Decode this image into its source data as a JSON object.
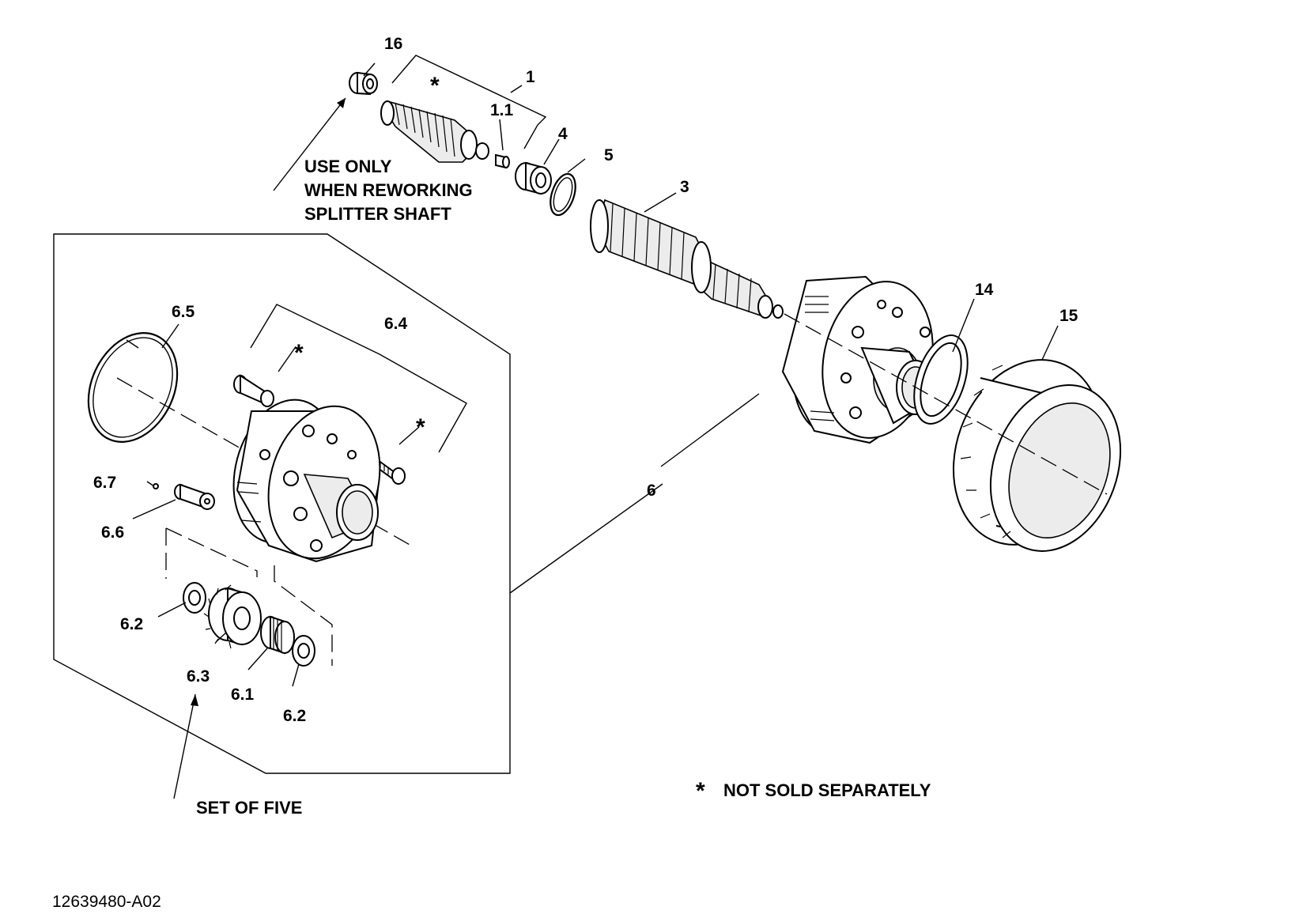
{
  "callouts": {
    "c16": "16",
    "c1": "1",
    "c1_1": "1.1",
    "c4": "4",
    "c5": "5",
    "c3": "3",
    "c14": "14",
    "c15": "15",
    "c6": "6",
    "c6_5": "6.5",
    "c6_4": "6.4",
    "c6_7": "6.7",
    "c6_6": "6.6",
    "c6_2a": "6.2",
    "c6_3": "6.3",
    "c6_1": "6.1",
    "c6_2b": "6.2"
  },
  "asterisk": "*",
  "notes": {
    "use_only_line1": "USE ONLY",
    "use_only_line2": "WHEN REWORKING",
    "use_only_line3": "SPLITTER SHAFT",
    "set_of_five": "SET OF FIVE",
    "not_sold": "NOT SOLD SEPARATELY"
  },
  "document_number": "12639480-A02"
}
